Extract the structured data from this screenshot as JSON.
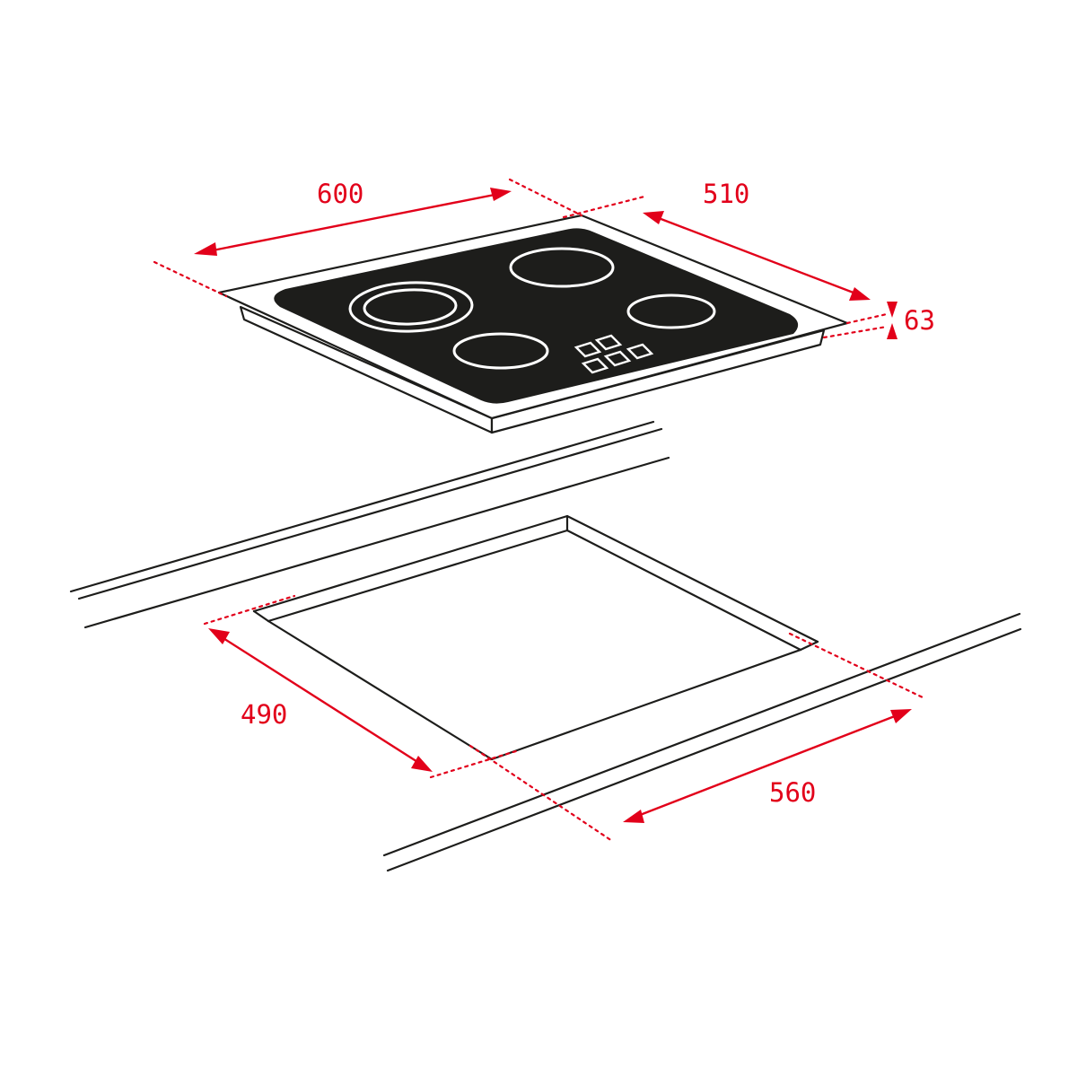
{
  "diagram": {
    "subject": "Built-in ceramic hob with cut-out installation dimensions",
    "colors": {
      "line": "#1d1d1b",
      "glass": "#1d1d1b",
      "markings": "#ffffff",
      "dimension": "#e2001a",
      "background": "#ffffff"
    },
    "units": "mm",
    "appliance": {
      "cooking_zones": [
        {
          "id": "zone-front-left",
          "type": "dual-ring"
        },
        {
          "id": "zone-back",
          "type": "single"
        },
        {
          "id": "zone-right",
          "type": "single"
        },
        {
          "id": "zone-front",
          "type": "single"
        }
      ],
      "touch_controls": 5
    },
    "dimensions": {
      "hob_width": {
        "label": "600",
        "value": 600
      },
      "hob_depth": {
        "label": "510",
        "value": 510
      },
      "hob_height": {
        "label": "63",
        "value": 63
      },
      "cutout_depth": {
        "label": "490",
        "value": 490
      },
      "cutout_width": {
        "label": "560",
        "value": 560
      }
    }
  }
}
